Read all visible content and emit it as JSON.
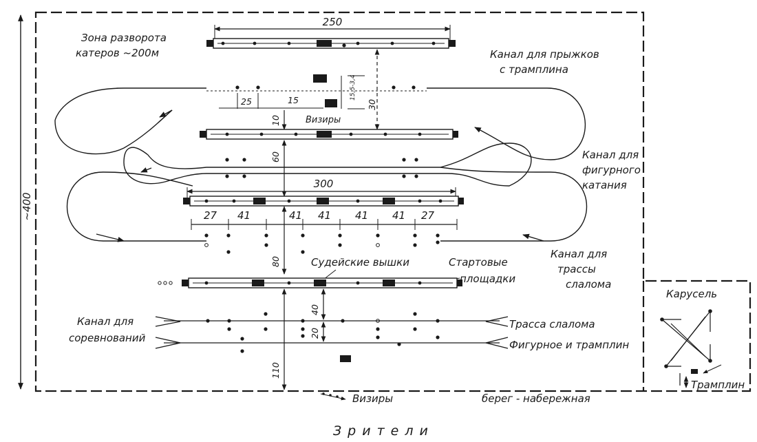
{
  "zones": {
    "turn_zone": [
      "Зона разворота",
      "катеров ~200м"
    ],
    "jump_channel": [
      "Канал для прыжков",
      "с трамплина"
    ],
    "figure_channel": [
      "Канал для",
      "фигурного",
      "катания"
    ],
    "slalom_channel": [
      "Канал для",
      "трассы",
      "слалома"
    ],
    "competition_channel": [
      "Канал для",
      "соревнований"
    ],
    "carousel": "Карусель",
    "trampoline": "Трамплин"
  },
  "labels": {
    "sighting_top": "Визиры",
    "sighting_bottom": "Визиры",
    "judges_towers": "Судейские вышки",
    "start_platforms": [
      "Стартовые",
      "площадки"
    ],
    "slalom_course": "Трасса слалома",
    "figure_and_jump": "Фигурное и трамплин",
    "shore": "берег - набережная",
    "spectators": "Зрители"
  },
  "dimensions": {
    "total_height": "~400",
    "top_pontoon": "250",
    "middle_pontoon": "300",
    "segments": [
      "27",
      "41",
      "41",
      "41",
      "41",
      "41",
      "27"
    ],
    "jump_offset": "25",
    "jump_small": "15",
    "jump_ramp": "15,5-3,4",
    "d30": "30",
    "d10": "10",
    "d60": "60",
    "d80": "80",
    "d40": "40",
    "d20": "20",
    "d110": "110"
  }
}
